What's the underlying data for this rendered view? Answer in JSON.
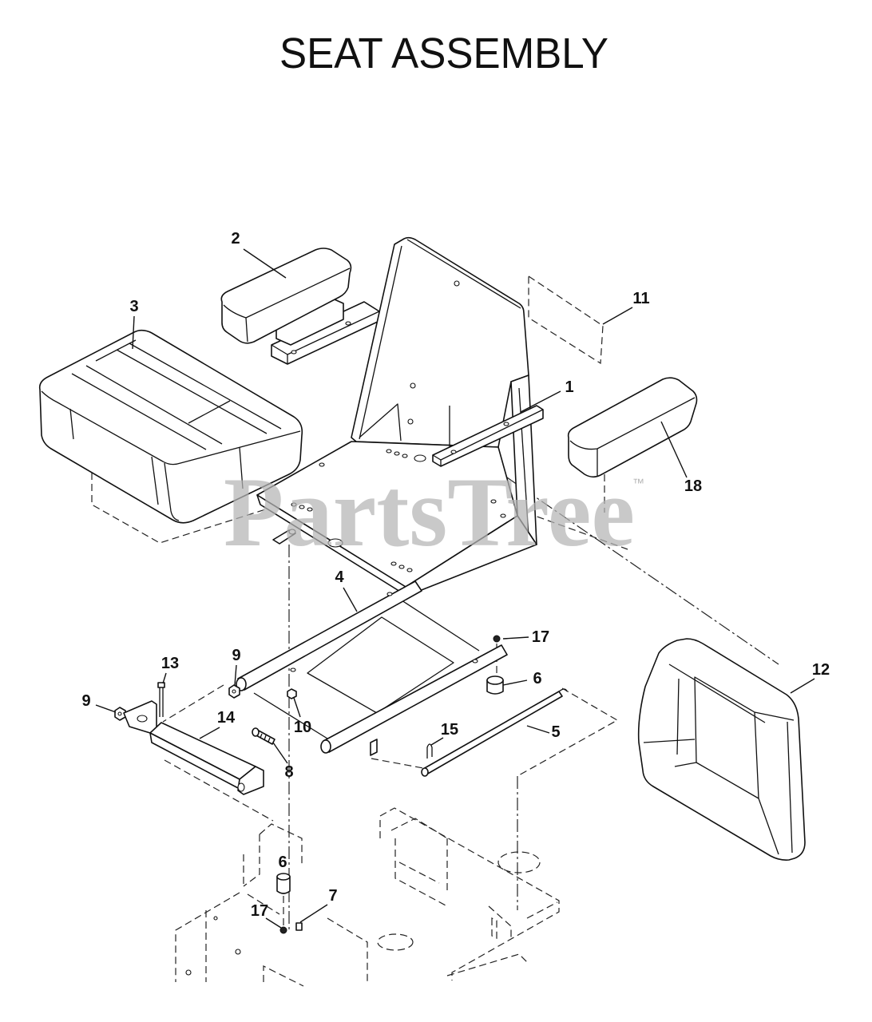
{
  "title": "SEAT ASSEMBLY",
  "watermark": {
    "text": "PartsTree",
    "trademark": "™"
  },
  "callouts": [
    {
      "label": "2"
    },
    {
      "label": "3"
    },
    {
      "label": "11"
    },
    {
      "label": "1"
    },
    {
      "label": "18"
    },
    {
      "label": "4"
    },
    {
      "label": "17"
    },
    {
      "label": "13"
    },
    {
      "label": "9"
    },
    {
      "label": "6"
    },
    {
      "label": "12"
    },
    {
      "label": "9"
    },
    {
      "label": "14"
    },
    {
      "label": "10"
    },
    {
      "label": "15"
    },
    {
      "label": "5"
    },
    {
      "label": "8"
    },
    {
      "label": "6"
    },
    {
      "label": "7"
    },
    {
      "label": "17"
    }
  ]
}
